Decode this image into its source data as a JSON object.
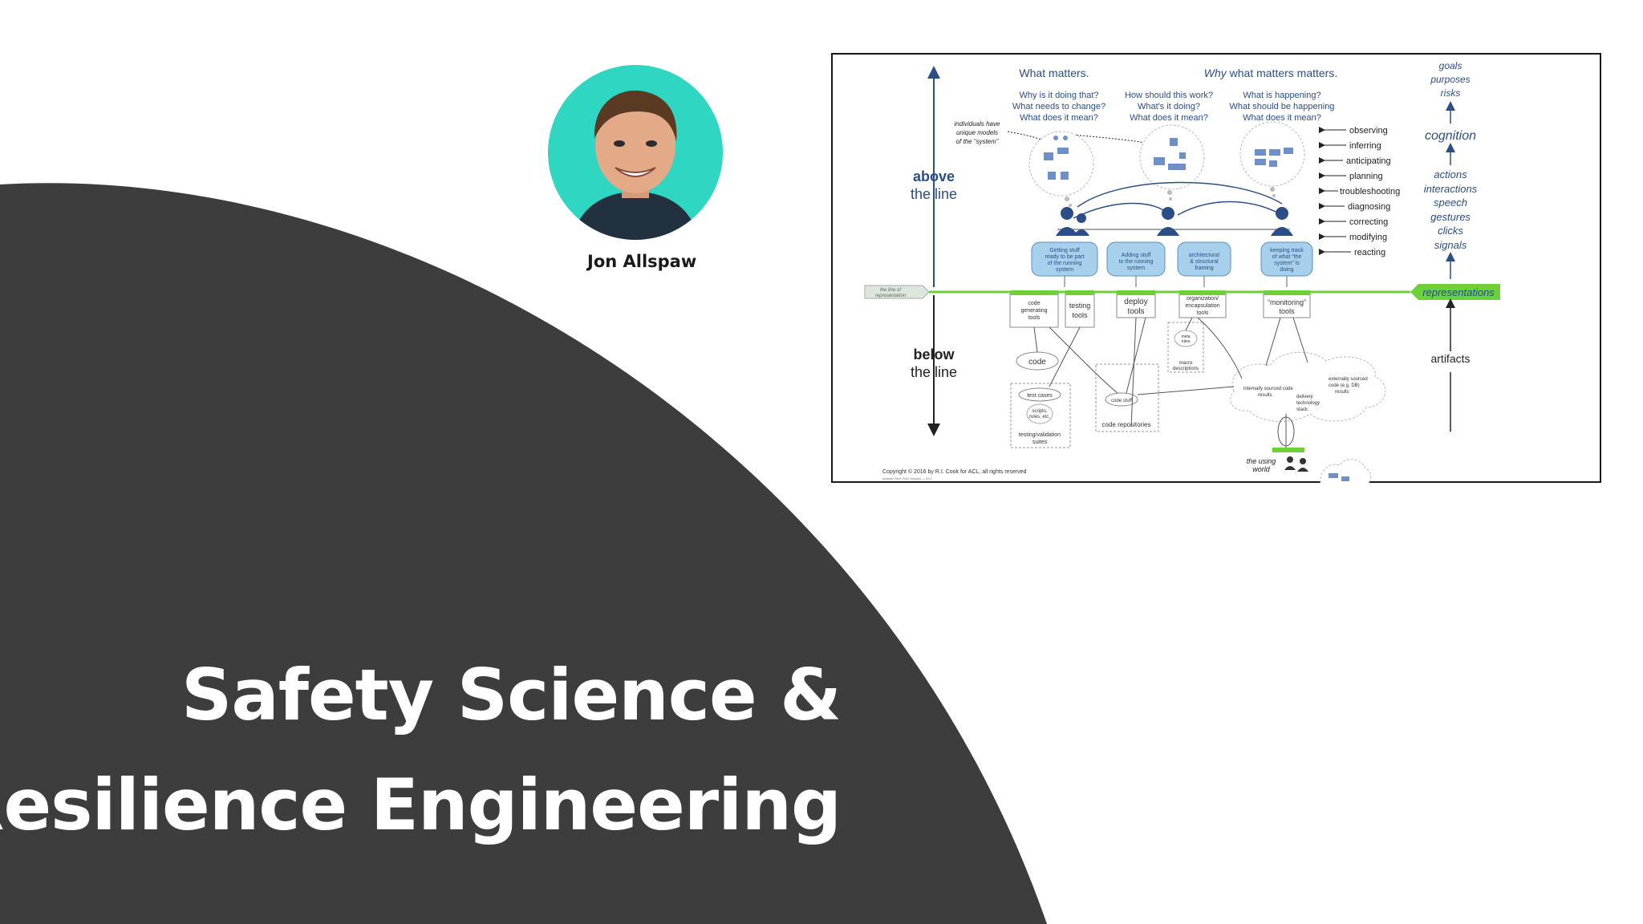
{
  "slide": {
    "title_line1": "Safety Science &",
    "title_line2": "Resilience Engineering",
    "background_color": "#ffffff",
    "shape_color": "#3d3d3e"
  },
  "speaker": {
    "name": "Jon Allspaw",
    "avatar_bg": "#2fd6c2",
    "avatar_icon": "person-photo"
  },
  "diagram": {
    "above": {
      "line1": "above",
      "line2": "the line"
    },
    "below": {
      "line1": "below",
      "line2": "the line"
    },
    "what_matters": "What matters.",
    "why_prefix": "Why",
    "why_rest": " what matters matters.",
    "goals": [
      "goals",
      "purposes",
      "risks"
    ],
    "cognition": "cognition",
    "actions": [
      "actions",
      "interactions",
      "speech",
      "gestures",
      "clicks",
      "signals"
    ],
    "representations": "representations",
    "artifacts": "artifacts",
    "questions": [
      [
        "Why is it doing that?",
        "What needs to change?",
        "What does it mean?"
      ],
      [
        "How should this work?",
        "What's it doing?",
        "What does it mean?"
      ],
      [
        "What is happening?",
        "What should be happening",
        "What does it mean?"
      ]
    ],
    "models_note": [
      "individuals have",
      "unique models",
      "of the “system”"
    ],
    "activities": [
      "observing",
      "inferring",
      "anticipating",
      "planning",
      "troubleshooting",
      "diagnosing",
      "correcting",
      "modifying",
      "reacting"
    ],
    "work_boxes": [
      [
        "Getting stuff",
        "ready to be part",
        "of the running",
        "system"
      ],
      [
        "Adding stuff",
        "to the running",
        "system"
      ],
      [
        "architectural",
        "& structural",
        "framing"
      ],
      [
        "keeping track",
        "of what “the",
        "system” is",
        "doing"
      ]
    ],
    "line_of_representation": [
      "the line of",
      "representation"
    ],
    "tools": [
      [
        "code",
        "generating",
        "tools"
      ],
      [
        "testing",
        "tools"
      ],
      [
        "deploy",
        "tools"
      ],
      [
        "organization/",
        "encapsulation",
        "tools"
      ],
      [
        "“monitoring”",
        "tools"
      ]
    ],
    "below_items": {
      "code": "code",
      "test_cases": "test cases",
      "scripts": [
        "scripts,",
        "rules, etc."
      ],
      "suites": [
        "testing/validation",
        "suites"
      ],
      "code_stuff": "code stuff",
      "repositories": "code repositories",
      "meta_rules": [
        "meta",
        "rules"
      ],
      "macro": [
        "macro",
        "descriptions"
      ],
      "internal": [
        "internally sourced code",
        "results"
      ],
      "external": [
        "externally sourced",
        "code (e.g. DB)",
        "results"
      ],
      "delivery": [
        "delivery",
        "technology",
        "stack"
      ],
      "using_world": [
        "the using",
        "world"
      ]
    },
    "copyright": "Copyright © 2016 by R.I. Cook for ACL, all rights reserved",
    "copyright_sub": "adapted from John Allspaw — ACL"
  }
}
